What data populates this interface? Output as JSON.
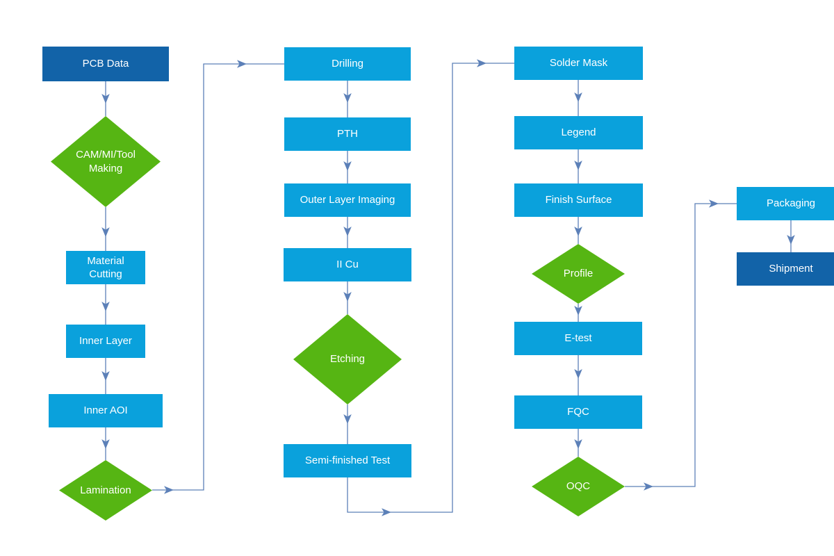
{
  "diagram": {
    "subject": "PCB manufacturing process flow",
    "background": "#ffffff"
  },
  "colors": {
    "terminal": "#1263A8",
    "process": "#0AA1DC",
    "decision": "#56B513",
    "connector": "#5C80B8",
    "text": "#FFFFFF"
  },
  "nodes": [
    {
      "id": "pcb_data",
      "label": "PCB Data",
      "type": "terminal"
    },
    {
      "id": "cam_mi_tool",
      "label": "CAM/MI/Tool Making",
      "type": "decision"
    },
    {
      "id": "material_cutting",
      "label": "Material Cutting",
      "type": "process"
    },
    {
      "id": "inner_layer",
      "label": "Inner Layer",
      "type": "process"
    },
    {
      "id": "inner_aoi",
      "label": "Inner AOI",
      "type": "process"
    },
    {
      "id": "lamination",
      "label": "Lamination",
      "type": "decision"
    },
    {
      "id": "drilling",
      "label": "Drilling",
      "type": "process"
    },
    {
      "id": "pth",
      "label": "PTH",
      "type": "process"
    },
    {
      "id": "outer_layer_imaging",
      "label": "Outer Layer Imaging",
      "type": "process"
    },
    {
      "id": "ii_cu",
      "label": "II Cu",
      "type": "process"
    },
    {
      "id": "etching",
      "label": "Etching",
      "type": "decision"
    },
    {
      "id": "semi_finished_test",
      "label": "Semi-finished Test",
      "type": "process"
    },
    {
      "id": "solder_mask",
      "label": "Solder Mask",
      "type": "process"
    },
    {
      "id": "legend",
      "label": "Legend",
      "type": "process"
    },
    {
      "id": "finish_surface",
      "label": "Finish Surface",
      "type": "process"
    },
    {
      "id": "profile",
      "label": "Profile",
      "type": "decision"
    },
    {
      "id": "e_test",
      "label": "E-test",
      "type": "process"
    },
    {
      "id": "fqc",
      "label": "FQC",
      "type": "process"
    },
    {
      "id": "oqc",
      "label": "OQC",
      "type": "decision"
    },
    {
      "id": "packaging",
      "label": "Packaging",
      "type": "process"
    },
    {
      "id": "shipment",
      "label": "Shipment",
      "type": "terminal"
    }
  ],
  "edges": [
    {
      "from": "pcb_data",
      "to": "cam_mi_tool"
    },
    {
      "from": "cam_mi_tool",
      "to": "material_cutting"
    },
    {
      "from": "material_cutting",
      "to": "inner_layer"
    },
    {
      "from": "inner_layer",
      "to": "inner_aoi"
    },
    {
      "from": "inner_aoi",
      "to": "lamination"
    },
    {
      "from": "lamination",
      "to": "drilling"
    },
    {
      "from": "drilling",
      "to": "pth"
    },
    {
      "from": "pth",
      "to": "outer_layer_imaging"
    },
    {
      "from": "outer_layer_imaging",
      "to": "ii_cu"
    },
    {
      "from": "ii_cu",
      "to": "etching"
    },
    {
      "from": "etching",
      "to": "semi_finished_test"
    },
    {
      "from": "semi_finished_test",
      "to": "solder_mask"
    },
    {
      "from": "solder_mask",
      "to": "legend"
    },
    {
      "from": "legend",
      "to": "finish_surface"
    },
    {
      "from": "finish_surface",
      "to": "profile"
    },
    {
      "from": "profile",
      "to": "e_test"
    },
    {
      "from": "e_test",
      "to": "fqc"
    },
    {
      "from": "fqc",
      "to": "oqc"
    },
    {
      "from": "oqc",
      "to": "packaging"
    },
    {
      "from": "packaging",
      "to": "shipment"
    }
  ]
}
